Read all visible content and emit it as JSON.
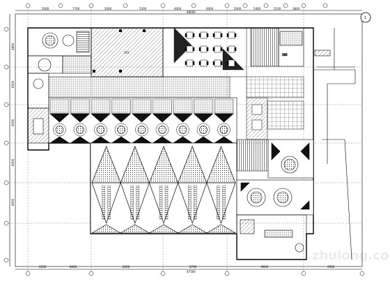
{
  "north_marker": {
    "label": "1"
  },
  "dimension_texts": {
    "top": [
      "5000",
      "7700",
      "5000",
      "5300",
      "4000",
      "6000",
      "5000",
      "5400",
      "5100",
      "3800"
    ],
    "top_total": "48500",
    "bottom": [
      "6200",
      "8400",
      "8400",
      "8700",
      "8600",
      "6900"
    ],
    "bottom_total": "47500",
    "left": [
      "4800",
      "6000",
      "6000",
      "6000",
      "6000"
    ]
  },
  "room_labels": {
    "room_main": "201",
    "stair_right": "205"
  },
  "watermark": {
    "text": "zhulong.com"
  },
  "colors": {
    "line": "#000000",
    "paper": "#ffffff",
    "hatch": "#555555"
  }
}
